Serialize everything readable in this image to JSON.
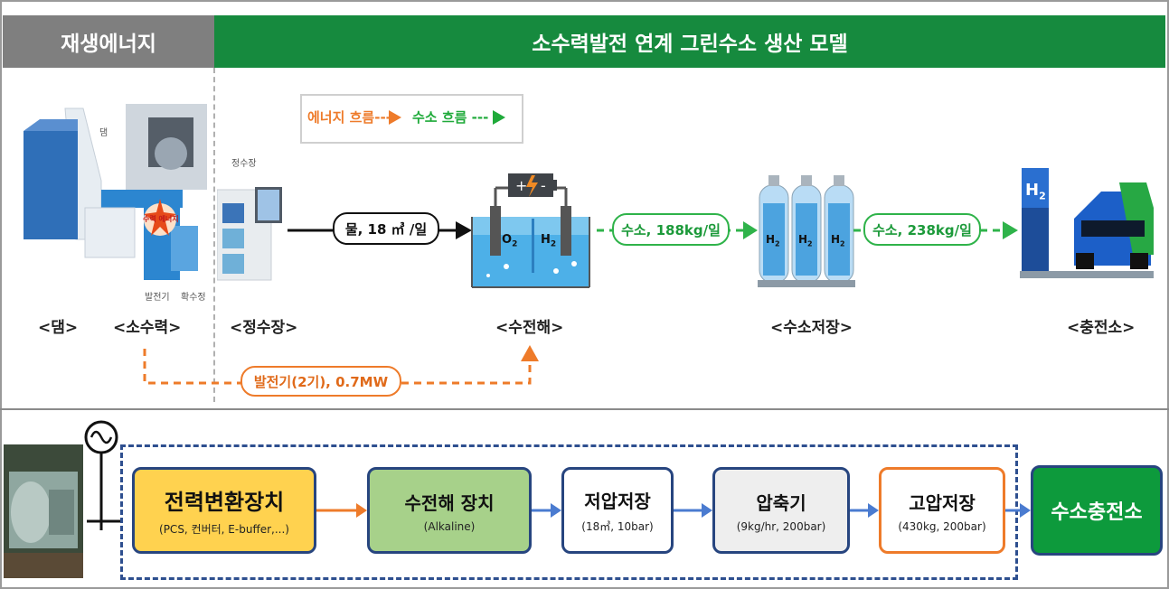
{
  "header": {
    "left": "재생에너지",
    "right": "소수력발전 연계 그린수소 생산 모델"
  },
  "legend": {
    "energy": "에너지 흐름---",
    "hydrogen": "수소 흐름 ---"
  },
  "illustration_labels": {
    "dam": "댐",
    "sosuryeok_energy": "수력 에너지",
    "generator": "발전기",
    "hydro_well": "확수정",
    "water_plant": "정수장",
    "o2": "O",
    "o2_sub": "2",
    "h2": "H",
    "h2_sub": "2",
    "tank_h": "H",
    "tank_sub": "2",
    "station_h": "H",
    "station_sub": "2"
  },
  "captions": {
    "dam": "<댐>",
    "sosuryeok": "<소수력>",
    "water_plant": "<정수장>",
    "electrolysis": "<수전해>",
    "storage": "<수소저장>",
    "charging": "<충전소>"
  },
  "flows": {
    "water": "물, 18 ㎥ /일",
    "h2_188": "수소, 188kg/일",
    "h2_238": "수소, 238kg/일",
    "generator_power": "발전기(2기), 0.7MW"
  },
  "process": [
    {
      "title": "전력변환장치",
      "sub": "(PCS, 컨버터, E-buffer,...)"
    },
    {
      "title": "수전해 장치",
      "sub": "(Alkaline)"
    },
    {
      "title": "저압저장",
      "sub": "(18㎥, 10bar)"
    },
    {
      "title": "압축기",
      "sub": "(9kg/hr, 200bar)"
    },
    {
      "title": "고압저장",
      "sub": "(430kg, 200bar)"
    }
  ],
  "final_box": "수소충전소",
  "colors": {
    "header_gray": "#7f7f7f",
    "header_green": "#168a3e",
    "energy_orange": "#ee7b2a",
    "hydrogen_green": "#2fb34a",
    "process_blue": "#4a7bd0",
    "box_border_blue": "#27457f",
    "box_yellow": "#ffd24f",
    "box_green": "#a7d18a",
    "box_gray": "#eeeeee",
    "final_green": "#0d9a3c"
  },
  "icons": [
    "dam-icon",
    "turbine-photo",
    "water-plant-icon",
    "electrolyzer-icon",
    "battery-icon",
    "hydrogen-tanks-icon",
    "charging-station-icon",
    "car-icon",
    "generator-photo",
    "ac-generator-symbol"
  ]
}
